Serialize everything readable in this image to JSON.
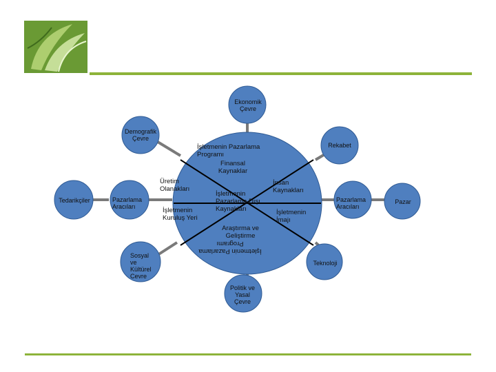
{
  "colors": {
    "ellipse_fill": "#4f7fbf",
    "node_fill": "#4f7fbf",
    "node_stroke": "#2f5a93",
    "connector": "#7a7a7a",
    "accent_green": "#8db33a",
    "divider": "#000000"
  },
  "outer_nodes": {
    "ekonomik": "Ekonomik Çevre",
    "demografik": "Demografik Çevre",
    "rekabet": "Rekabet",
    "tedarikciler": "Tedarikçiler",
    "pazarlama_left": "Pazarlama Aracıları",
    "pazarlama_right": "Pazarlama Aracıları",
    "pazar": "Pazar",
    "sosyal": "Sosyal ve Kültürel Çevre",
    "teknoloji": "Teknoloji",
    "politik": "Politik ve Yasal Çevre"
  },
  "inner_labels": {
    "program_title": "İşletmenin Pazarlama Programı",
    "finansal": "Finansal Kaynaklar",
    "uretim": "Üretim Olanakları",
    "kurulus": "İşletmenin Kuruluş Yeri",
    "disi": "İşletmenin Pazarlama Dışı Kaynakları",
    "insan": "İnsan Kaynakları",
    "imaj": "İşletmenin İmajı",
    "arastirma": "Araştırma ve Geliştirme",
    "program_flipped": "İşletmenin Pazarlama Programı"
  }
}
